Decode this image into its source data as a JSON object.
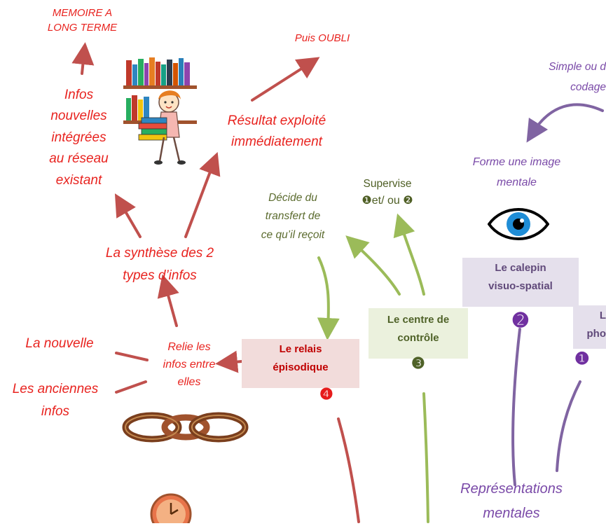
{
  "nodes": {
    "memoire": "MEMOIRE A\nLONG TERME",
    "oubli": "Puis OUBLI",
    "infos_nouvelles": "Infos\nnouvelles\nintégrées\nau réseau\nexistant",
    "resultat": "Résultat exploité\nimmédiatement",
    "synthese": "La synthèse des 2\ntypes d’infos",
    "la_nouvelle": "La nouvelle",
    "les_anciennes": "Les anciennes\ninfos",
    "relie": "Relie les\ninfos entre\nelles",
    "decide": "Décide du\ntransfert de\nce qu’il reçoit",
    "supervise_line1": "Supervise",
    "supervise_line2": "❶et/ ou ❷",
    "forme_image": "Forme une image\nmentale",
    "simple": "Simple ou d\ncodage",
    "representations": "Représentations\nmentales"
  },
  "boxes": {
    "relais": "Le relais\népisodique",
    "centre": "Le centre de\ncontrôle",
    "calepin": "Le calepin\nvisuo-spatial",
    "phono": "L\npho"
  },
  "numbers": {
    "n1": "❶",
    "n2": "➋",
    "n3": "❸",
    "n4": "❹"
  },
  "colors": {
    "red_text": "#e8231f",
    "red_arrow": "#c0504d",
    "green_arrow": "#9bbb59",
    "purple_arrow": "#8064a2",
    "relais_bg": "#f2dcdb",
    "centre_bg": "#ebf1dd",
    "calepin_bg": "#e5e0ec"
  },
  "icons": [
    "books-girl-illustration",
    "eye-icon",
    "chain-icon",
    "clock-icon"
  ]
}
